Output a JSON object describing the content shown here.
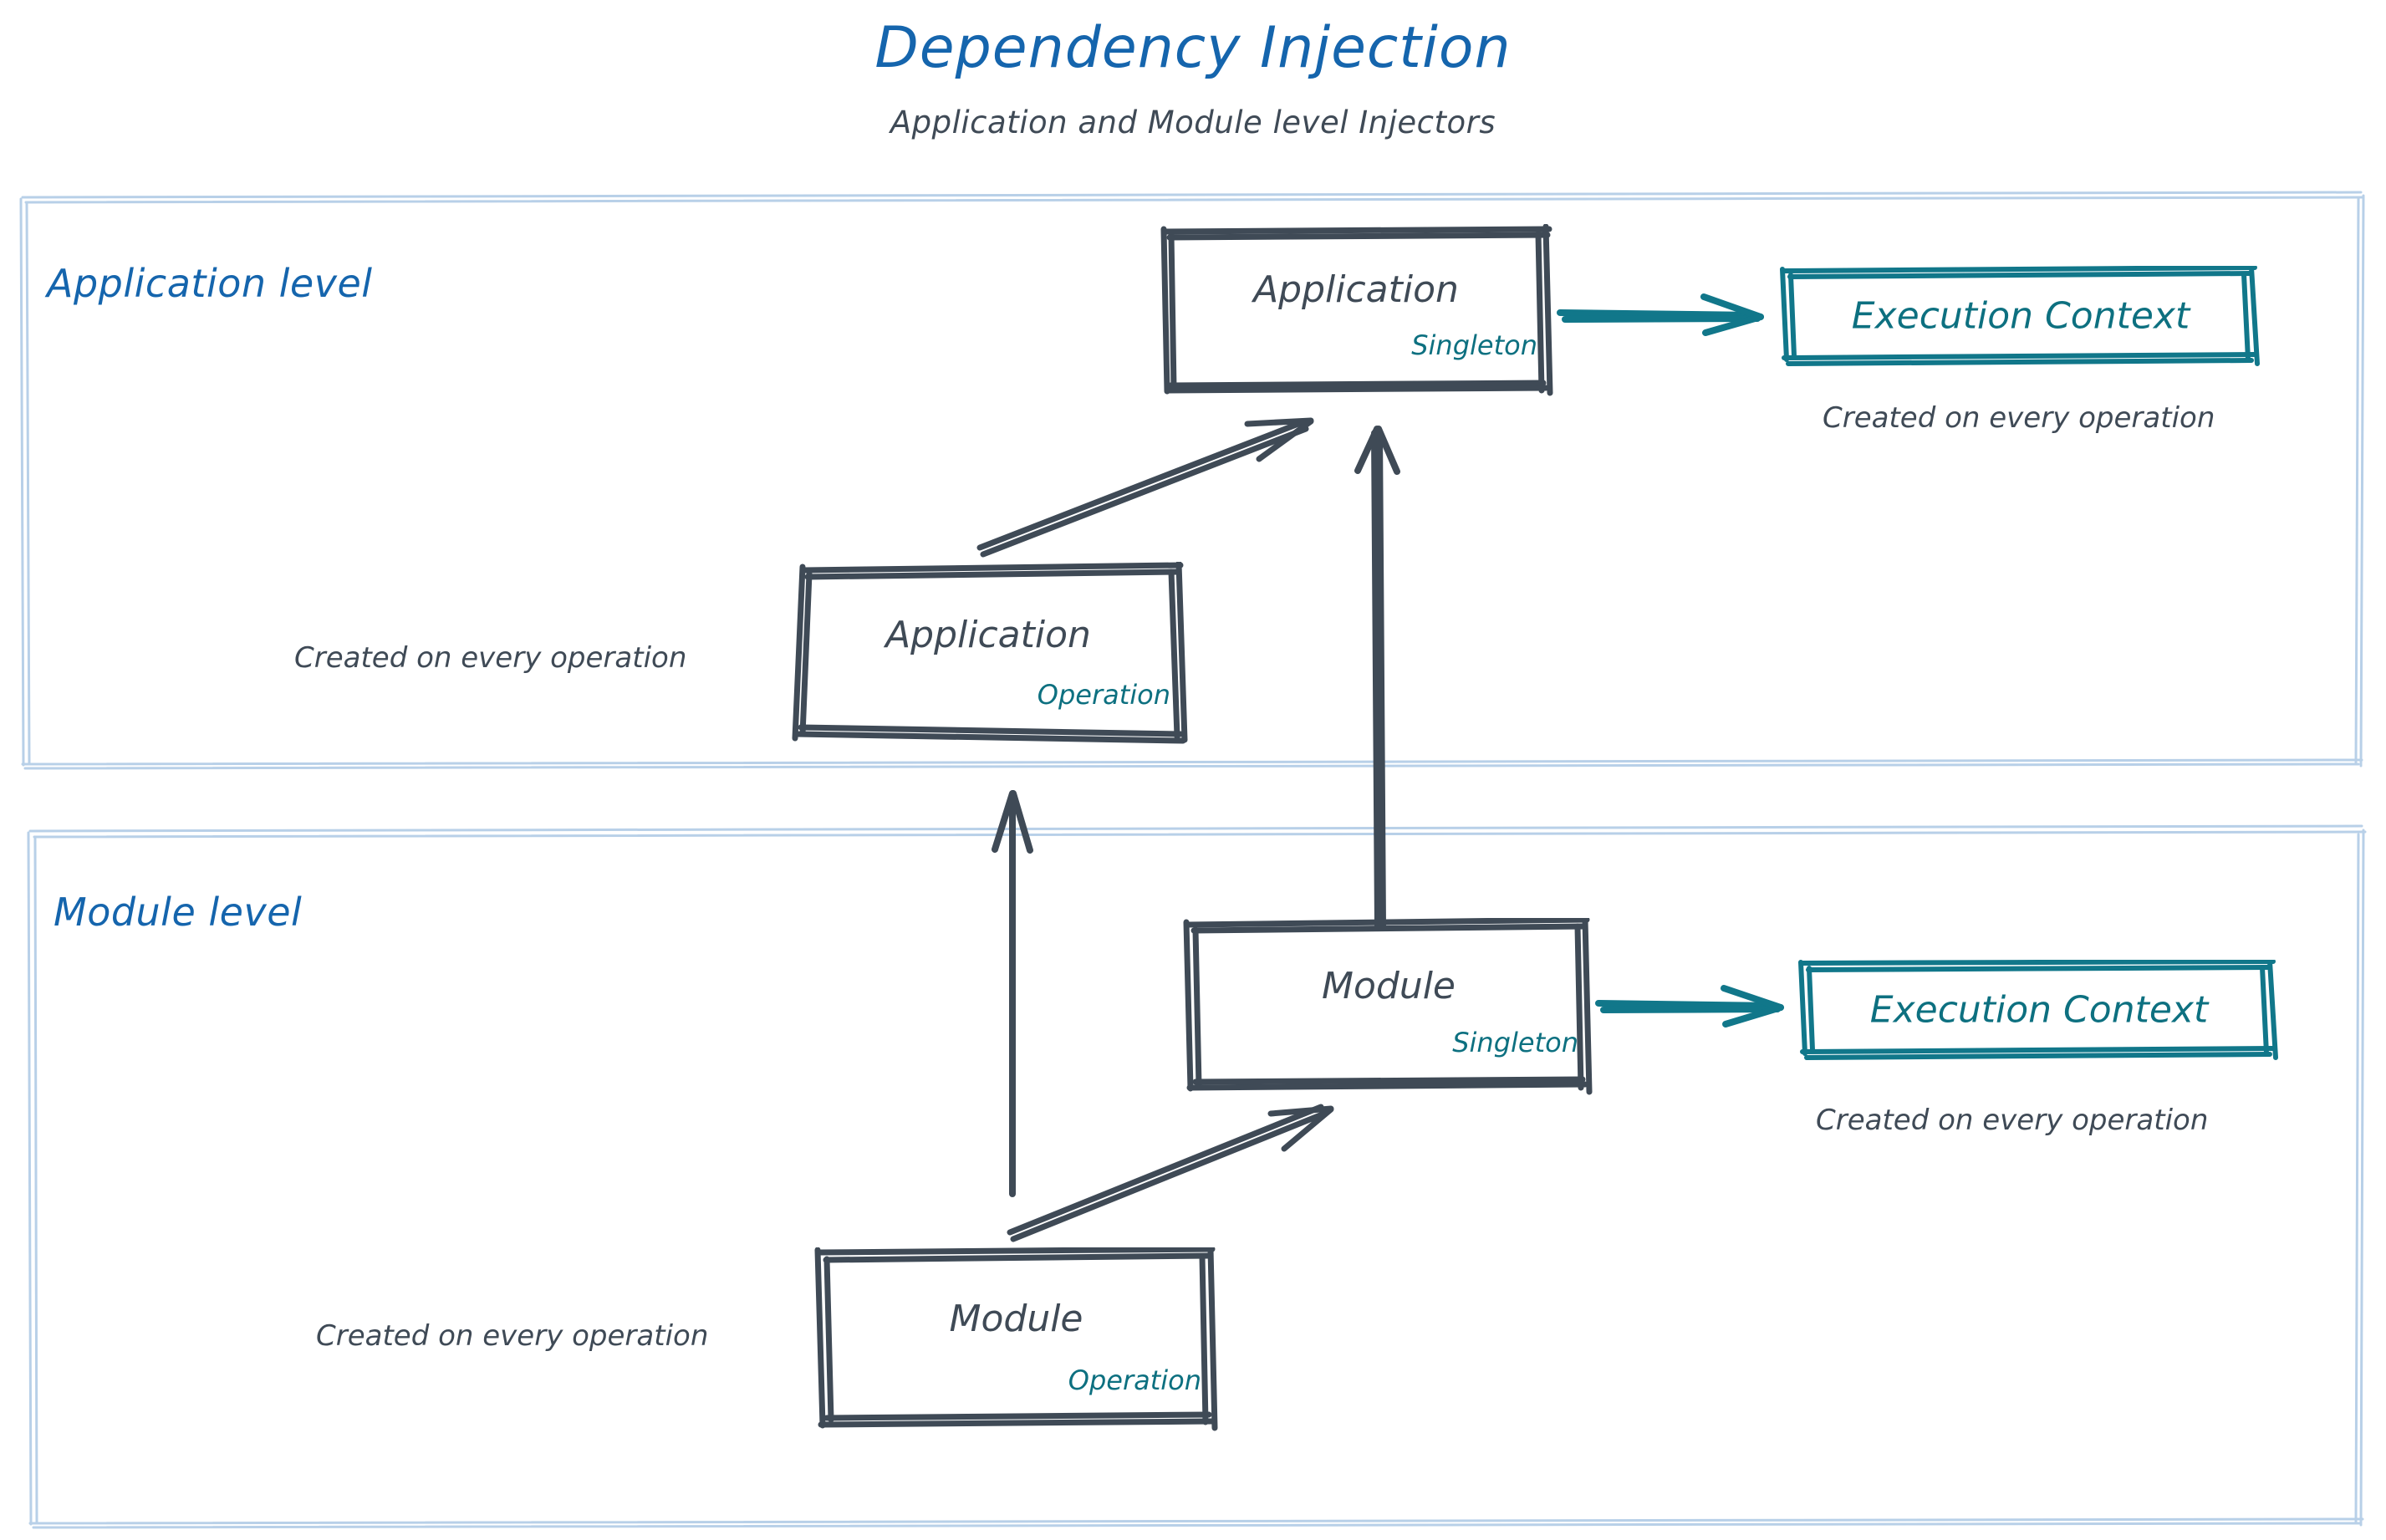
{
  "header": {
    "title": "Dependency Injection",
    "subtitle": "Application and Module level Injectors"
  },
  "colors": {
    "title_blue": "#1565ad",
    "container_border": "#b8d0e8",
    "node_stroke": "#3f4a56",
    "scope_teal": "#0d7080",
    "context_teal": "#11778a",
    "note_gray": "#3f4a56",
    "background": "#ffffff"
  },
  "levels": [
    {
      "id": "application",
      "label": "Application level"
    },
    {
      "id": "module",
      "label": "Module level"
    }
  ],
  "nodes": {
    "app_singleton": {
      "title": "Application",
      "scope": "Singleton"
    },
    "app_operation": {
      "title": "Application",
      "scope": "Operation"
    },
    "mod_singleton": {
      "title": "Module",
      "scope": "Singleton"
    },
    "mod_operation": {
      "title": "Module",
      "scope": "Operation"
    }
  },
  "contexts": {
    "app_context": {
      "title": "Execution Context",
      "note": "Created on every operation"
    },
    "mod_context": {
      "title": "Execution Context",
      "note": "Created on every operation"
    }
  },
  "notes": {
    "app_operation_note": "Created on every operation",
    "mod_operation_note": "Created on every operation"
  },
  "diagram_data": {
    "type": "diagram",
    "edges": [
      {
        "from": "app_operation",
        "to": "app_singleton",
        "style": "sketch-arrow",
        "color": "#3f4a56"
      },
      {
        "from": "mod_singleton",
        "to": "app_singleton",
        "style": "sketch-arrow",
        "color": "#3f4a56"
      },
      {
        "from": "mod_operation",
        "to": "mod_singleton",
        "style": "sketch-arrow",
        "color": "#3f4a56"
      },
      {
        "from": "module-level",
        "to": "application-level",
        "style": "sketch-arrow",
        "color": "#3f4a56"
      },
      {
        "from": "app_singleton",
        "to": "app_context",
        "style": "sketch-arrow",
        "color": "#11778a"
      },
      {
        "from": "mod_singleton",
        "to": "mod_context",
        "style": "sketch-arrow",
        "color": "#11778a"
      }
    ]
  }
}
